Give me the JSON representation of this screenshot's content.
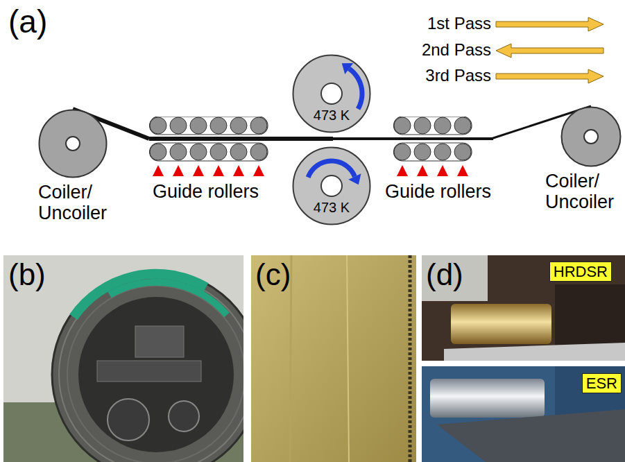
{
  "diagram": {
    "nodes": [
      {
        "text": [
          "Coiler/ Uncoiler"
        ]
      },
      {
        "text": [
          "Guide rollers"
        ]
      },
      {
        "text": [
          "473 K"
        ]
      },
      {
        "text": [
          "473 K"
        ]
      },
      {
        "text": [
          "Guide rollers"
        ]
      },
      {
        "text": [
          "Coiler/ Uncoiler"
        ]
      },
      {
        "text": [
          "HRDSR"
        ]
      },
      {
        "text": [
          "ESR"
        ]
      }
    ],
    "edges": [
      {
        "from": 0,
        "to": 1,
        "arrow": "none"
      },
      {
        "from": 4,
        "to": 5,
        "arrow": "none"
      }
    ],
    "labels": [
      "(a)",
      "1st Pass",
      "2nd Pass",
      "3rd Pass",
      "(b)",
      "(c)",
      "(d)"
    ]
  }
}
